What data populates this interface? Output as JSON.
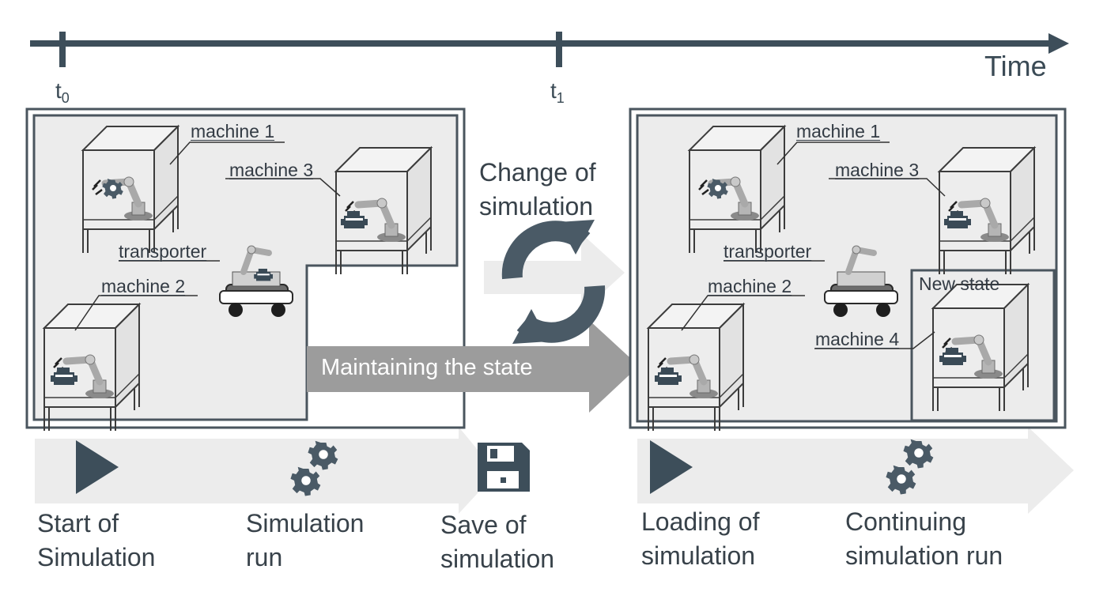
{
  "timeline": {
    "time_label": "Time",
    "t0": "t",
    "t0_sub": "0",
    "t1": "t",
    "t1_sub": "1"
  },
  "left_panel": {
    "machine_1": "machine 1",
    "machine_2": "machine 2",
    "machine_3": "machine 3",
    "transporter": "transporter"
  },
  "middle": {
    "change_label": "Change of\nsimulation",
    "maintaining_label": "Maintaining the state"
  },
  "right_panel": {
    "machine_1": "machine 1",
    "machine_2": "machine 2",
    "machine_3": "machine 3",
    "transporter": "transporter",
    "new_state": "New state",
    "machine_4": "machine 4"
  },
  "steps": {
    "start": "Start of\nSimulation",
    "run": "Simulation\nrun",
    "save": "Save of\nsimulation",
    "loading": "Loading of\nsimulation",
    "continuing": "Continuing\nsimulation run"
  },
  "colors": {
    "slate": "#3d4e5a",
    "panel_border": "#4a555e",
    "panel_fill": "#ececec",
    "light_arrow": "#ececec",
    "mid_arrow": "#9c9c9c"
  }
}
